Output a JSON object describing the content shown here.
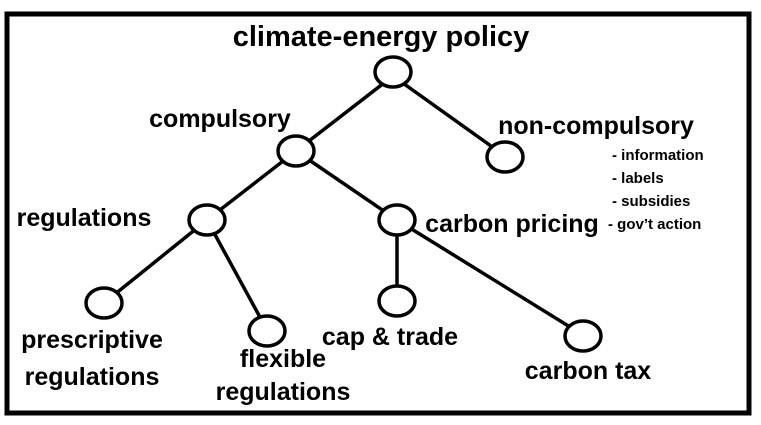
{
  "diagram": {
    "root": "climate-energy policy",
    "compulsory": "compulsory",
    "non_compulsory": "non-compulsory",
    "non_compulsory_items": [
      "- information",
      "- labels",
      "- subsidies",
      "- gov’t action"
    ],
    "regulations": "regulations",
    "carbon_pricing": "carbon pricing",
    "prescriptive": [
      "prescriptive",
      "regulations"
    ],
    "flexible": [
      "flexible",
      "regulations"
    ],
    "cap_trade": "cap & trade",
    "carbon_tax": "carbon tax"
  }
}
